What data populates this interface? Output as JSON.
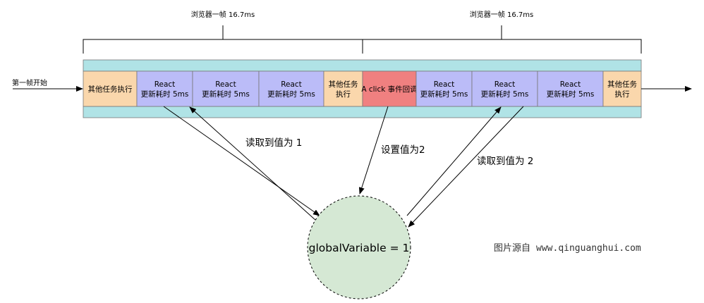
{
  "frames": [
    {
      "label": "浏览器一帧 16.7ms"
    },
    {
      "label": "浏览器一帧 16.7ms"
    }
  ],
  "start_label": "第一帧开始",
  "blocks": [
    {
      "lines": [
        "其他任务执行"
      ],
      "fill": "#fad7ac"
    },
    {
      "lines": [
        "React",
        "更新耗时 5ms"
      ],
      "fill": "#bbbcf8"
    },
    {
      "lines": [
        "React",
        "更新耗时 5ms"
      ],
      "fill": "#bbbcf8"
    },
    {
      "lines": [
        "React",
        "更新耗时 5ms"
      ],
      "fill": "#bbbcf8"
    },
    {
      "lines": [
        "其他任务",
        "执行"
      ],
      "fill": "#fad7ac"
    },
    {
      "lines": [
        "A click 事件回调"
      ],
      "fill": "#f08080"
    },
    {
      "lines": [
        "React",
        "更新耗时 5ms"
      ],
      "fill": "#bbbcf8"
    },
    {
      "lines": [
        "React",
        "更新耗时 5ms"
      ],
      "fill": "#bbbcf8"
    },
    {
      "lines": [
        "React",
        "更新耗时 5ms"
      ],
      "fill": "#bbbcf8"
    },
    {
      "lines": [
        "其他任务",
        "执行"
      ],
      "fill": "#fad7ac"
    }
  ],
  "arrows": {
    "read1": "读取到值为 1",
    "set2": "设置值为2",
    "read2": "读取到值为 2"
  },
  "circle_label": "globalVariable = 1",
  "source_prefix": "图片源自",
  "source_url": "www.qinguanghui.com",
  "colors": {
    "band": "#b0e3e6",
    "circle": "#d5e8d4"
  }
}
